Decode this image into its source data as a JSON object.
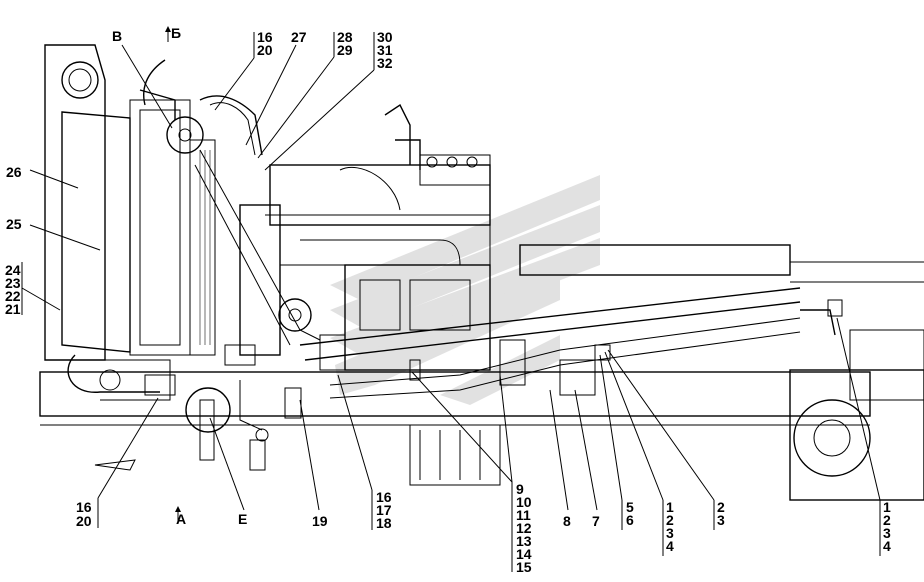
{
  "diagram": {
    "callouts": {
      "b_view": "В",
      "bb_view": "Б",
      "a_view": "А",
      "e_view": "Е",
      "c1_top": "16",
      "c1_bot": "20",
      "c27": "27",
      "c28": "28",
      "c29": "29",
      "c30": "30",
      "c31": "31",
      "c32": "32",
      "c26": "26",
      "c25": "25",
      "c24": "24",
      "c23": "23",
      "c22": "22",
      "c21": "21",
      "c16b": "16",
      "c20b": "20",
      "c19": "19",
      "c16c": "16",
      "c17": "17",
      "c18": "18",
      "c9": "9",
      "c10": "10",
      "c11": "11",
      "c12": "12",
      "c13": "13",
      "c14": "14",
      "c15": "15",
      "c8": "8",
      "c7": "7",
      "c5": "5",
      "c6": "6",
      "ca1": "1",
      "ca2": "2",
      "ca3": "3",
      "ca4": "4",
      "cb2": "2",
      "cb3": "3",
      "cc1": "1",
      "cc2": "2",
      "cc3": "3",
      "cc4": "4"
    }
  }
}
